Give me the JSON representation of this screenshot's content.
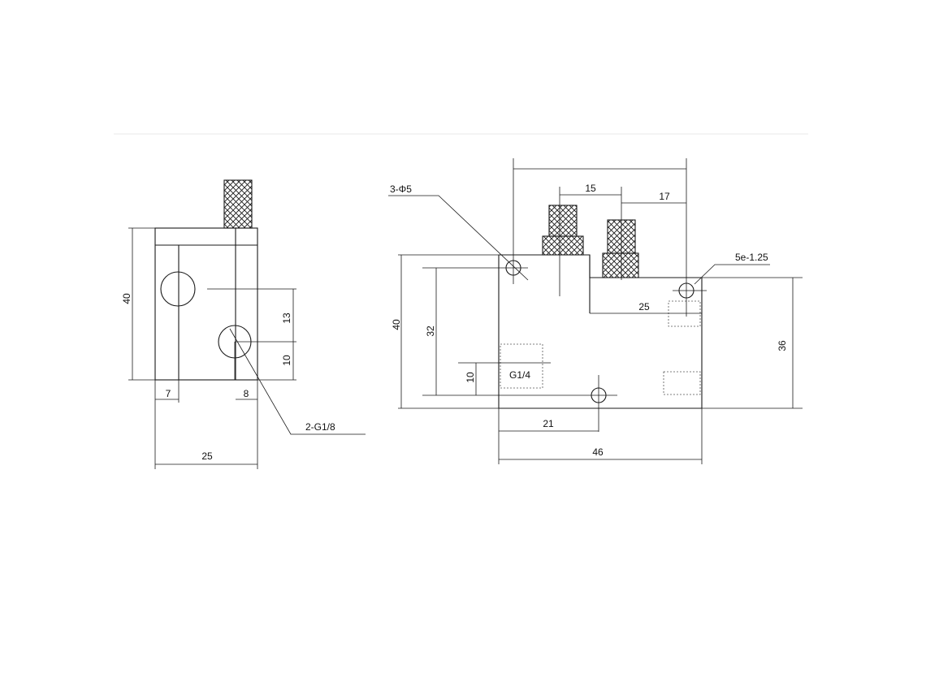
{
  "side_view": {
    "height_dim": "40",
    "dim_13": "13",
    "dim_10": "10",
    "dim_7": "7",
    "dim_8": "8",
    "width_dim": "25",
    "port_label": "2-G1/8"
  },
  "front_view": {
    "holes_label": "3-Φ5",
    "dim_15": "15",
    "dim_17": "17",
    "screw_label": "5e-1.25",
    "dim_25": "25",
    "height_dim": "40",
    "dim_32": "32",
    "dim_10": "10",
    "port_label": "G1/4",
    "dim_36": "36",
    "dim_21": "21",
    "width_dim": "46"
  }
}
